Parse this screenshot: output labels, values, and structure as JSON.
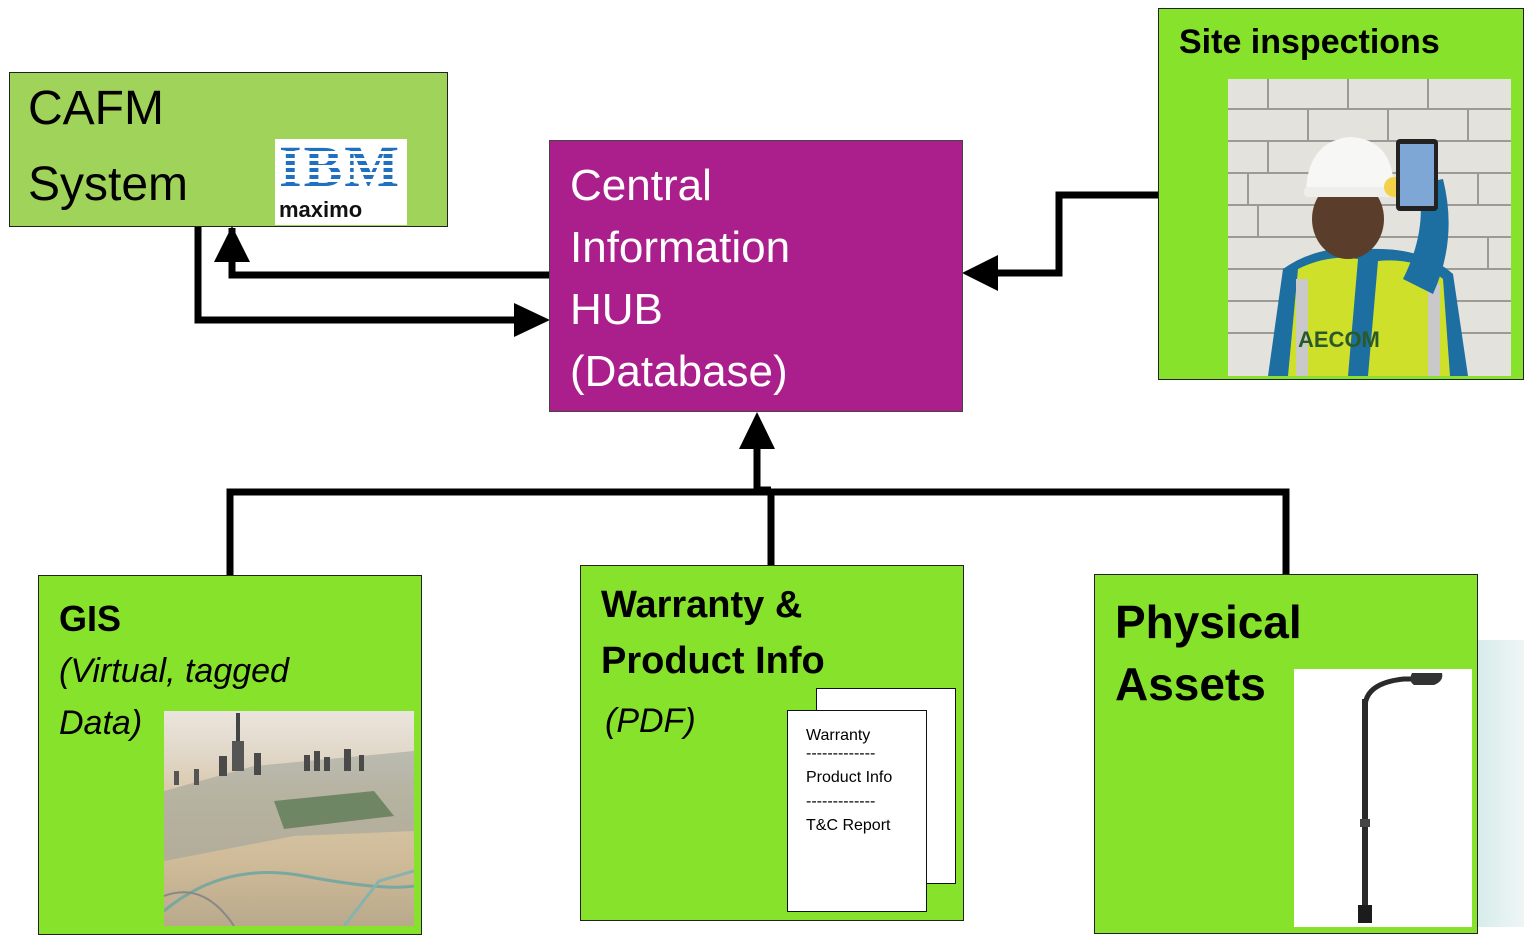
{
  "cafm": {
    "line1": "CAFM",
    "line2": "System",
    "logo_top": "IBM",
    "logo_bottom": "maximo"
  },
  "hub": {
    "line1": "Central",
    "line2": "Information",
    "line3": "HUB",
    "line4": "(Database)"
  },
  "site": {
    "title": "Site inspections",
    "vest_text": "AECOM"
  },
  "gis": {
    "title": "GIS",
    "subtitle_line1": "(Virtual, tagged",
    "subtitle_line2": "Data)"
  },
  "warranty": {
    "title_line1": "Warranty &",
    "title_line2": "Product Info",
    "subtitle": "(PDF)",
    "doc_lines": [
      "Warranty",
      "-------------",
      "Product Info",
      "-------------",
      "T&C Report"
    ]
  },
  "assets": {
    "title_line1": "Physical",
    "title_line2": "Assets"
  },
  "colors": {
    "cafm_fill": "#a0d35a",
    "hub_fill": "#ab1f8c",
    "green_fill": "#86e22a",
    "ibm_blue": "#1f70c1",
    "connector": "#000000"
  }
}
